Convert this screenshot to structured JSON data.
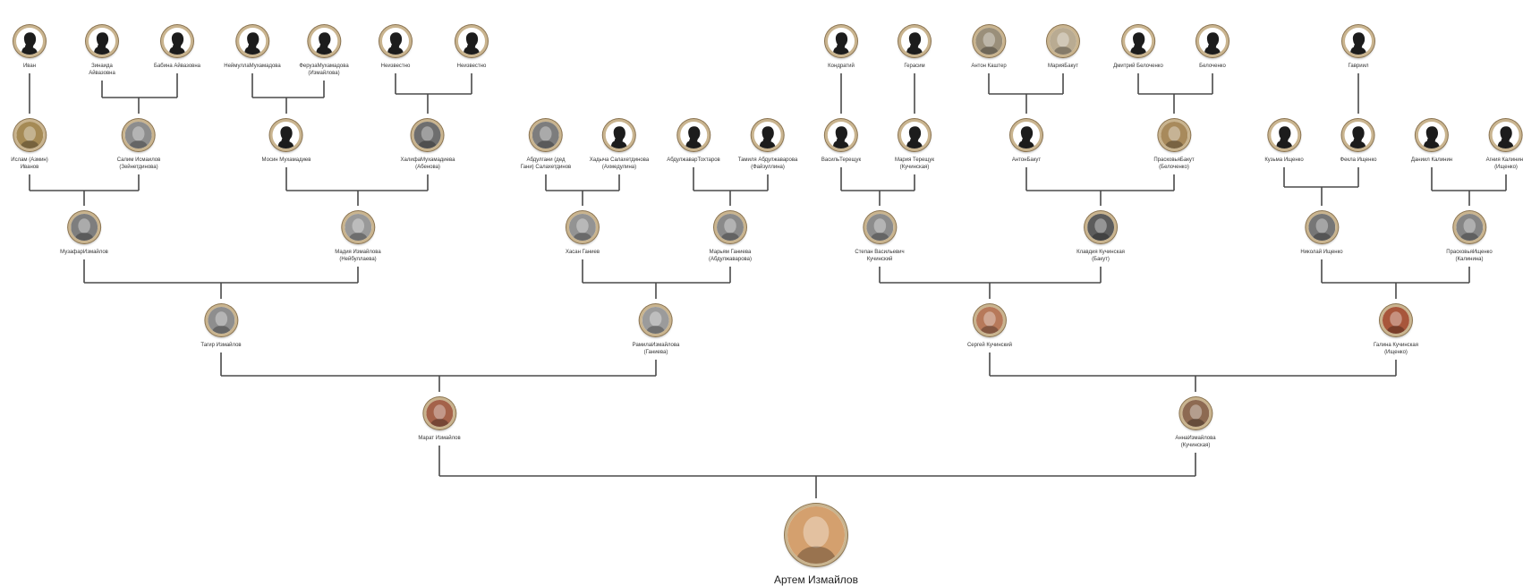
{
  "colors": {
    "line": "#4a4a4a",
    "frame": "#c9b48f",
    "silhouette": "#1c1c1c"
  },
  "people": [
    {
      "id": "g5_01",
      "name": [
        "Иван"
      ],
      "photo": "silhouette-icon"
    },
    {
      "id": "g5_02",
      "name": [
        "Зинаида",
        "Айвазовна"
      ],
      "photo": "silhouette-icon"
    },
    {
      "id": "g5_03",
      "name": [
        "Бабина Айвазовна"
      ],
      "photo": "silhouette-icon"
    },
    {
      "id": "g5_04",
      "name": [
        "НеймуллаМухамадова"
      ],
      "photo": "silhouette-icon"
    },
    {
      "id": "g5_05",
      "name": [
        "ФерузаМухамадова",
        "(Измайлова)"
      ],
      "photo": "silhouette-icon"
    },
    {
      "id": "g5_06",
      "name": [
        "Неизвестно"
      ],
      "photo": "silhouette-icon"
    },
    {
      "id": "g5_07",
      "name": [
        "Неизвестно"
      ],
      "photo": "silhouette-icon"
    },
    {
      "id": "g5_08",
      "name": [
        "Кондратий"
      ],
      "photo": "silhouette-icon"
    },
    {
      "id": "g5_09",
      "name": [
        "Герасим"
      ],
      "photo": "silhouette-icon"
    },
    {
      "id": "g5_10",
      "name": [
        "Антон Каштер"
      ],
      "photo": "photo-icon",
      "tone": "#9a8f7a"
    },
    {
      "id": "g5_11",
      "name": [
        "МарияБакут"
      ],
      "photo": "photo-icon",
      "tone": "#b9ab92"
    },
    {
      "id": "g5_12",
      "name": [
        "Дмитрий Белоченко"
      ],
      "photo": "silhouette-icon"
    },
    {
      "id": "g5_13",
      "name": [
        "Белоченко"
      ],
      "photo": "silhouette-icon"
    },
    {
      "id": "g5_14",
      "name": [
        "Гавриил"
      ],
      "photo": "silhouette-icon"
    },
    {
      "id": "g4_01",
      "name": [
        "Ислам (Азмин)",
        "Иванов"
      ],
      "photo": "photo-icon",
      "tone": "#a58a55"
    },
    {
      "id": "g4_02",
      "name": [
        "Салим Исмаилов",
        "(Зейнетдинова)"
      ],
      "photo": "photo-icon",
      "tone": "#8d8d8d"
    },
    {
      "id": "g4_03",
      "name": [
        "Мосин Мухамадиев"
      ],
      "photo": "silhouette-icon"
    },
    {
      "id": "g4_04",
      "name": [
        "ХалифаМухамадиева",
        "(Абенова)"
      ],
      "photo": "photo-icon",
      "tone": "#6e6e6e"
    },
    {
      "id": "g4_05",
      "name": [
        "Абдулгани (дед",
        "Гани) Салахетдинов"
      ],
      "photo": "photo-icon",
      "tone": "#7d7d7d"
    },
    {
      "id": "g4_06",
      "name": [
        "Хадыча Салахетдинова",
        "(Ахмедулина)"
      ],
      "photo": "silhouette-icon"
    },
    {
      "id": "g4_07",
      "name": [
        "АбдулжаварТохтаров"
      ],
      "photo": "silhouette-icon"
    },
    {
      "id": "g4_08",
      "name": [
        "Тамиля Абдулжаварова",
        "(Файзуллина)"
      ],
      "photo": "silhouette-icon"
    },
    {
      "id": "g4_09",
      "name": [
        "ВасильТерещук"
      ],
      "photo": "silhouette-icon"
    },
    {
      "id": "g4_10",
      "name": [
        "Мария Терещук",
        "(Кучинская)"
      ],
      "photo": "silhouette-icon"
    },
    {
      "id": "g4_11",
      "name": [
        "АнтонБакут"
      ],
      "photo": "silhouette-icon"
    },
    {
      "id": "g4_12",
      "name": [
        "ПрасковьяБакут",
        "(Белоченко)"
      ],
      "photo": "photo-icon",
      "tone": "#a88a5c"
    },
    {
      "id": "g4_13",
      "name": [
        "Кузьма Ищенко"
      ],
      "photo": "silhouette-icon"
    },
    {
      "id": "g4_14",
      "name": [
        "Фекла Ищенко"
      ],
      "photo": "silhouette-icon"
    },
    {
      "id": "g4_15",
      "name": [
        "Даниил Калинин"
      ],
      "photo": "silhouette-icon"
    },
    {
      "id": "g4_16",
      "name": [
        "Агния Калинина",
        "(Ищенко)"
      ],
      "photo": "silhouette-icon"
    },
    {
      "id": "g3_01",
      "name": [
        "МузафарИзмайлов"
      ],
      "photo": "photo-icon",
      "tone": "#7e7e7e"
    },
    {
      "id": "g3_02",
      "name": [
        "Мадия Измайлова",
        "(Нейбуллаева)"
      ],
      "photo": "photo-icon",
      "tone": "#999999"
    },
    {
      "id": "g3_03",
      "name": [
        "Хасан Ганиев"
      ],
      "photo": "photo-icon",
      "tone": "#939393"
    },
    {
      "id": "g3_04",
      "name": [
        "Марьям Ганиева",
        "(Абдулжаварова)"
      ],
      "photo": "photo-icon",
      "tone": "#8a8a8a"
    },
    {
      "id": "g3_05",
      "name": [
        "Степан Васильевич",
        "Кучинский"
      ],
      "photo": "photo-icon",
      "tone": "#8c8c8c"
    },
    {
      "id": "g3_06",
      "name": [
        "Клавдия Кучинская",
        "(Бакут)"
      ],
      "photo": "photo-icon",
      "tone": "#5c5c5c"
    },
    {
      "id": "g3_07",
      "name": [
        "Николай Ищенко"
      ],
      "photo": "photo-icon",
      "tone": "#767676"
    },
    {
      "id": "g3_08",
      "name": [
        "ПрасковьяИщенко",
        "(Калинина)"
      ],
      "photo": "photo-icon",
      "tone": "#858585"
    },
    {
      "id": "g2_01",
      "name": [
        "Тагир Измайлов"
      ],
      "photo": "photo-icon",
      "tone": "#8e8e8e"
    },
    {
      "id": "g2_02",
      "name": [
        "РамилаИзмайлова",
        "(Ганиева)"
      ],
      "photo": "photo-icon",
      "tone": "#9b9b9b"
    },
    {
      "id": "g2_03",
      "name": [
        "Сергей Кучинский"
      ],
      "photo": "photo-icon",
      "tone": "#b7795a"
    },
    {
      "id": "g2_04",
      "name": [
        "Галина Кучинская",
        "(Ищенко)"
      ],
      "photo": "photo-icon",
      "tone": "#a8563b"
    },
    {
      "id": "g1_01",
      "name": [
        "Марат Измайлов"
      ],
      "photo": "photo-icon",
      "tone": "#a4624a"
    },
    {
      "id": "g1_02",
      "name": [
        "АннаИзмайлова",
        "(Кучинская)"
      ],
      "photo": "photo-icon",
      "tone": "#8d6a52"
    },
    {
      "id": "g0_01",
      "name": [
        "Артем Измайлов"
      ],
      "photo": "photo-icon",
      "tone": "#d4a06e"
    }
  ],
  "relations": [
    {
      "children": [
        "g5_01"
      ],
      "parent": "g4_01"
    },
    {
      "children": [
        "g5_02",
        "g5_03"
      ],
      "parent": "g4_02"
    },
    {
      "children": [
        "g5_04",
        "g5_05"
      ],
      "parent": "g4_03"
    },
    {
      "children": [
        "g5_06",
        "g5_07"
      ],
      "parent": "g4_04"
    },
    {
      "children": [
        "g5_08"
      ],
      "parent": "g4_09"
    },
    {
      "children": [
        "g5_09"
      ],
      "parent": "g4_10"
    },
    {
      "children": [
        "g5_10",
        "g5_11"
      ],
      "parent": "g4_11"
    },
    {
      "children": [
        "g5_12",
        "g5_13"
      ],
      "parent": "g4_12"
    },
    {
      "children": [
        "g5_14"
      ],
      "parent": "g4_14"
    },
    {
      "children": [
        "g4_01",
        "g4_02"
      ],
      "parent": "g3_01"
    },
    {
      "children": [
        "g4_03",
        "g4_04"
      ],
      "parent": "g3_02"
    },
    {
      "children": [
        "g4_05",
        "g4_06"
      ],
      "parent": "g3_03"
    },
    {
      "children": [
        "g4_07",
        "g4_08"
      ],
      "parent": "g3_04"
    },
    {
      "children": [
        "g4_09",
        "g4_10"
      ],
      "parent": "g3_05"
    },
    {
      "children": [
        "g4_11",
        "g4_12"
      ],
      "parent": "g3_06"
    },
    {
      "children": [
        "g4_13",
        "g4_14"
      ],
      "parent": "g3_07"
    },
    {
      "children": [
        "g4_15",
        "g4_16"
      ],
      "parent": "g3_08"
    },
    {
      "children": [
        "g3_01",
        "g3_02"
      ],
      "parent": "g2_01"
    },
    {
      "children": [
        "g3_03",
        "g3_04"
      ],
      "parent": "g2_02"
    },
    {
      "children": [
        "g3_05",
        "g3_06"
      ],
      "parent": "g2_03"
    },
    {
      "children": [
        "g3_07",
        "g3_08"
      ],
      "parent": "g2_04"
    },
    {
      "children": [
        "g2_01",
        "g2_02"
      ],
      "parent": "g1_01"
    },
    {
      "children": [
        "g2_03",
        "g2_04"
      ],
      "parent": "g1_02"
    },
    {
      "children": [
        "g1_01",
        "g1_02"
      ],
      "parent": "g0_01"
    }
  ]
}
